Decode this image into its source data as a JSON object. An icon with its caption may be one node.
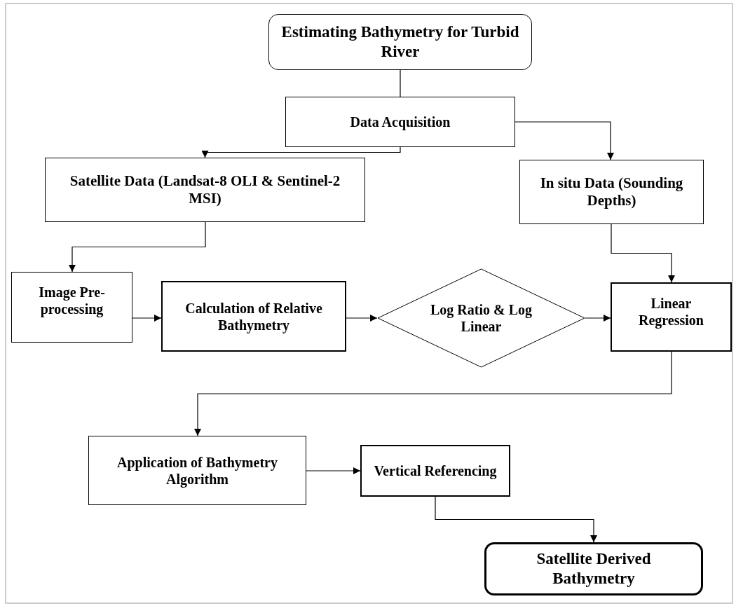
{
  "diagram": {
    "nodes": [
      {
        "text": [
          "Estimating Bathymetry for Turbid River"
        ]
      },
      {
        "text": [
          "Data Acquisition"
        ]
      },
      {
        "text": [
          "Satellite Data (Landsat-8 OLI & Sentinel-2 MSI)"
        ]
      },
      {
        "text": [
          "In situ Data (Sounding Depths)"
        ]
      },
      {
        "text": [
          "Image Pre-processing"
        ]
      },
      {
        "text": [
          "Calculation of Relative Bathymetry"
        ]
      },
      {
        "text": [
          "Log Ratio & Log Linear"
        ]
      },
      {
        "text": [
          "Linear Regression"
        ]
      },
      {
        "text": [
          "Application of Bathymetry Algorithm"
        ]
      },
      {
        "text": [
          "Vertical Referencing"
        ]
      },
      {
        "text": [
          "Satellite Derived Bathymetry"
        ]
      }
    ],
    "edges": [
      {
        "from": 0,
        "to": 1,
        "arrow": "none"
      },
      {
        "from": 1,
        "to": 2,
        "arrow": "to"
      },
      {
        "from": 1,
        "to": 3,
        "arrow": "to"
      },
      {
        "from": 2,
        "to": 4,
        "arrow": "to"
      },
      {
        "from": 3,
        "to": 7,
        "arrow": "to"
      },
      {
        "from": 4,
        "to": 5,
        "arrow": "to"
      },
      {
        "from": 5,
        "to": 6,
        "arrow": "to"
      },
      {
        "from": 6,
        "to": 7,
        "arrow": "to"
      },
      {
        "from": 7,
        "to": 8,
        "arrow": "to"
      },
      {
        "from": 8,
        "to": 9,
        "arrow": "to"
      },
      {
        "from": 9,
        "to": 10,
        "arrow": "to"
      }
    ]
  }
}
